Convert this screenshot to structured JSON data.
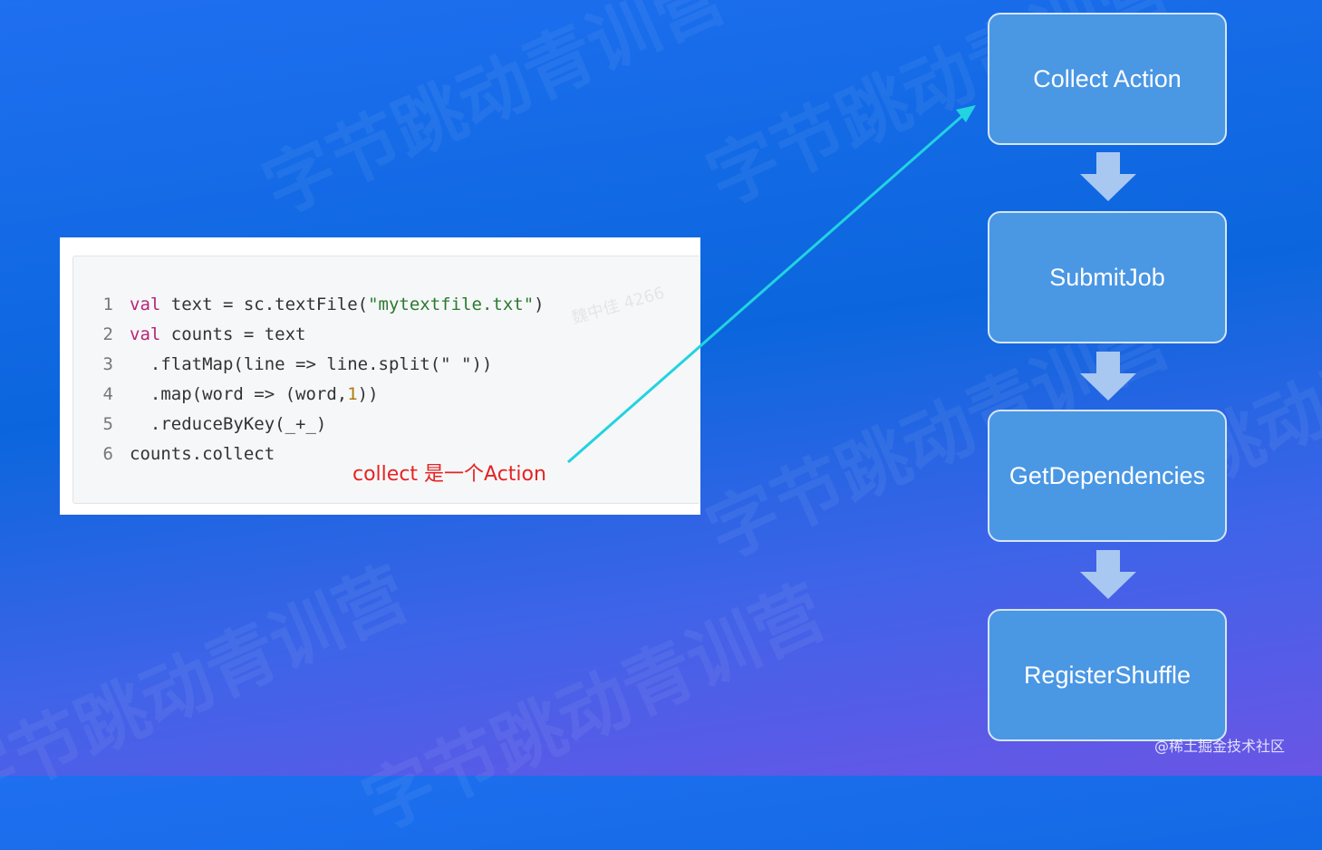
{
  "code": {
    "lines": [
      {
        "num": "1",
        "parts": [
          {
            "t": "val",
            "c": "kw"
          },
          {
            "t": " text = sc.textFile(",
            "c": ""
          },
          {
            "t": "\"mytextfile.txt\"",
            "c": "str"
          },
          {
            "t": ")",
            "c": ""
          }
        ]
      },
      {
        "num": "2",
        "parts": [
          {
            "t": "val",
            "c": "kw"
          },
          {
            "t": " counts = text",
            "c": ""
          }
        ]
      },
      {
        "num": "3",
        "parts": [
          {
            "t": "  .flatMap(line => line.split(\" \"))",
            "c": ""
          }
        ]
      },
      {
        "num": "4",
        "parts": [
          {
            "t": "  .map(word => (word,",
            "c": ""
          },
          {
            "t": "1",
            "c": "num"
          },
          {
            "t": "))",
            "c": ""
          }
        ]
      },
      {
        "num": "5",
        "parts": [
          {
            "t": "  .reduceByKey(_+_)",
            "c": ""
          }
        ]
      },
      {
        "num": "6",
        "parts": [
          {
            "t": "counts.collect",
            "c": ""
          }
        ]
      }
    ],
    "note": "collect 是一个Action"
  },
  "flow": {
    "steps": [
      "Collect Action",
      "SubmitJob",
      "GetDependencies",
      "RegisterShuffle"
    ]
  },
  "colors": {
    "step_fill": "#4a97e4",
    "step_border": "#d5e5f8",
    "down_arrow": "#a8c8f2",
    "connector": "#22d3e0",
    "note_text": "#e52323"
  },
  "icons": {
    "connector": "diagonal-arrow-icon",
    "flow_arrow": "down-arrow-icon"
  },
  "watermark": {
    "text": "字节跳动青训营",
    "code_mark": "魏中佳 4266"
  },
  "credit": "@稀土掘金技术社区"
}
